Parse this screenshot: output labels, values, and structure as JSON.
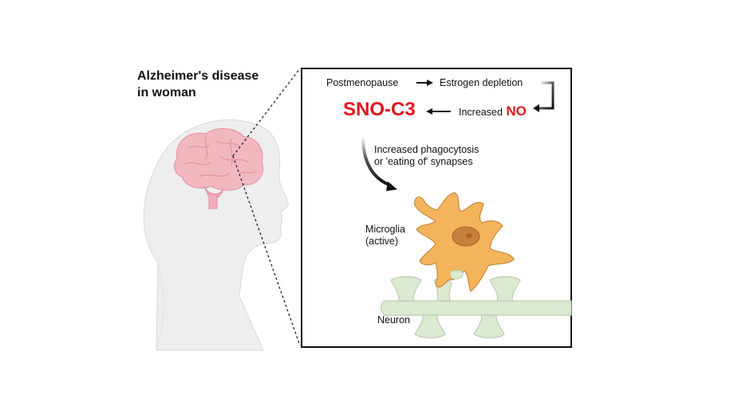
{
  "title": {
    "line1": "Alzheimer's disease",
    "line2": "in woman"
  },
  "pathway": {
    "step1": "Postmenopause",
    "step2": "Estrogen depletion",
    "step3_prefix": "Increased",
    "step3_highlight": "NO",
    "result": "SNO-C3",
    "effect_line1": "Increased phagocytosis",
    "effect_line2": "or 'eating of' synapses"
  },
  "cells": {
    "microglia_line1": "Microglia",
    "microglia_line2": "(active)",
    "neuron": "Neuron"
  },
  "colors": {
    "highlight_red": "#e0161c",
    "brain_pink": "#f2b8c0",
    "microglia_orange": "#f4b45c",
    "neuron_green": "#dcead2",
    "silhouette_gray": "#eeeeee"
  }
}
